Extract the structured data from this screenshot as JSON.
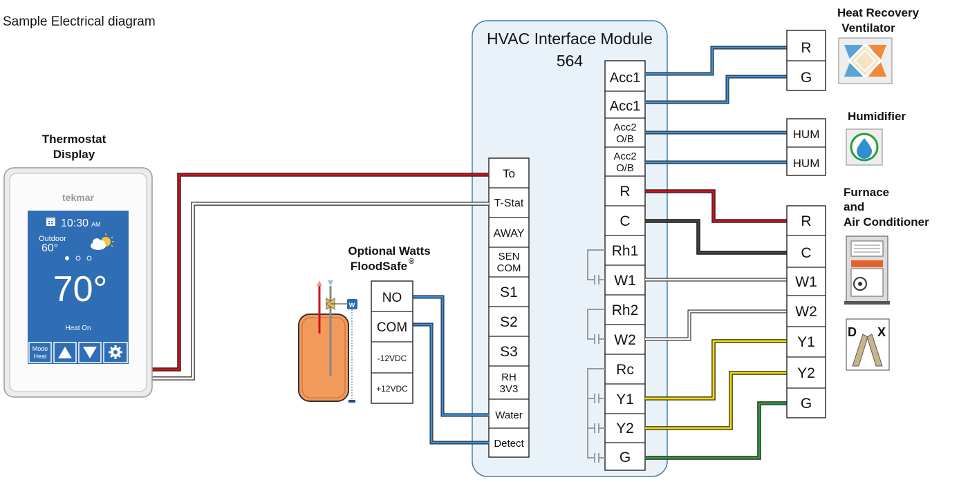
{
  "title": "Sample Electrical diagram",
  "module": {
    "title": "HVAC Interface Module",
    "model": "564",
    "left_terminals": [
      "To",
      "T-Stat",
      "AWAY",
      "SEN COM",
      "S1",
      "S2",
      "S3",
      "RH 3V3",
      "Water",
      "Detect"
    ],
    "right_terminals": [
      "Acc1",
      "Acc1",
      "Acc2 O/B",
      "Acc2 O/B",
      "R",
      "C",
      "Rh1",
      "W1",
      "Rh2",
      "W2",
      "Rc",
      "Y1",
      "Y2",
      "G"
    ]
  },
  "thermostat": {
    "heading_line1": "Thermostat",
    "heading_line2": "Display",
    "brand": "tekmar",
    "time": "10:30",
    "ampm": "AM",
    "outdoor_label": "Outdoor",
    "outdoor_temp": "60°",
    "room_temp": "70°",
    "status": "Heat On",
    "mode_line1": "Mode",
    "mode_line2": "Heat"
  },
  "floodsafe": {
    "heading_line1": "Optional Watts",
    "heading_line2": "FloodSafe",
    "registered": "®",
    "terminals": [
      "NO",
      "COM",
      "-12VDC",
      "+12VDC"
    ],
    "valve_badge": "W"
  },
  "hrv": {
    "heading_line1": "Heat Recovery",
    "heading_line2": "Ventilator",
    "terminals": [
      "R",
      "G"
    ]
  },
  "humidifier": {
    "heading": "Humidifier",
    "terminals": [
      "HUM",
      "HUM"
    ]
  },
  "furnace": {
    "heading_line1": "Furnace",
    "heading_line2": "and",
    "heading_line3": "Air Conditioner",
    "terminals": [
      "R",
      "C",
      "W1",
      "W2",
      "Y1",
      "Y2",
      "G"
    ]
  },
  "dx": {
    "left_letter": "D",
    "right_letter": "X"
  },
  "colors": {
    "blue_wire": "#1f6fb2",
    "red_wire": "#d0111b",
    "black_wire": "#222222",
    "yellow_wire": "#f0d400",
    "green_wire": "#2e9b3a",
    "module_fill": "#eaf2f9",
    "module_border": "#4a7fa8",
    "screen_blue": "#2f6db5"
  },
  "icons": [
    "calendar-icon",
    "partly-cloudy-icon",
    "up-arrow-icon",
    "down-arrow-icon",
    "gear-icon",
    "water-drop-icon",
    "heat-exchanger-icon",
    "furnace-icon"
  ]
}
